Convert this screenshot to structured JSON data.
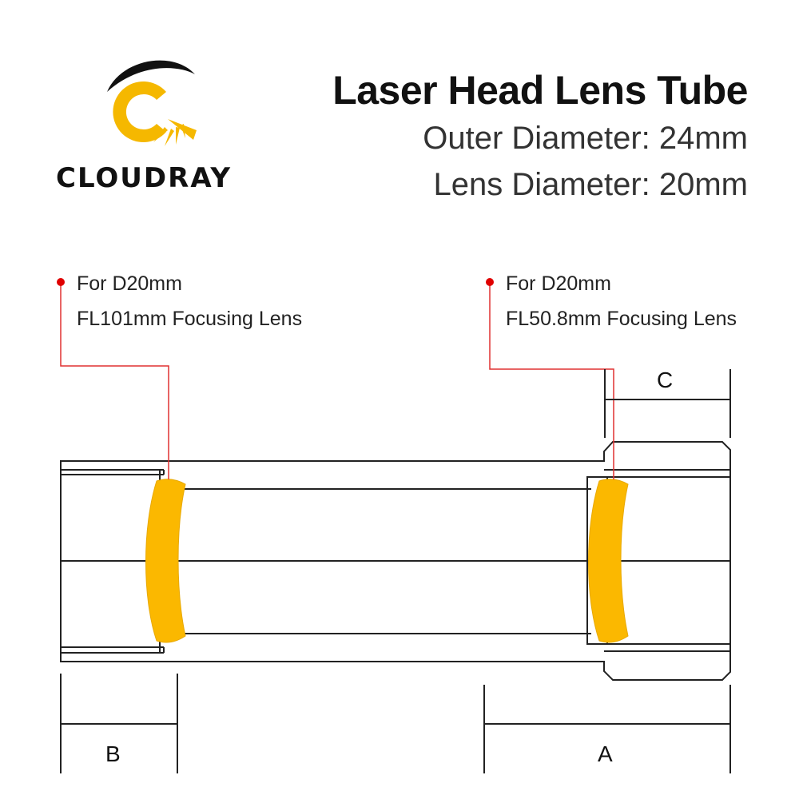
{
  "brand": {
    "name": "CLOUDRAY",
    "logo_colors": {
      "arc": "#111111",
      "sun": "#f5b800"
    }
  },
  "header": {
    "title": "Laser Head Lens Tube",
    "outer_diameter": "Outer Diameter: 24mm",
    "lens_diameter": "Lens Diameter: 20mm"
  },
  "callouts": {
    "left": {
      "line1": "For D20mm",
      "line2": "FL101mm Focusing Lens"
    },
    "right": {
      "line1": "For D20mm",
      "line2": "FL50.8mm Focusing Lens"
    }
  },
  "dimensions": {
    "a": "A",
    "b": "B",
    "c": "C"
  },
  "colors": {
    "lens": "#fbb800",
    "leader": "#e03030",
    "marker": "#e00000",
    "outline": "#222222"
  }
}
